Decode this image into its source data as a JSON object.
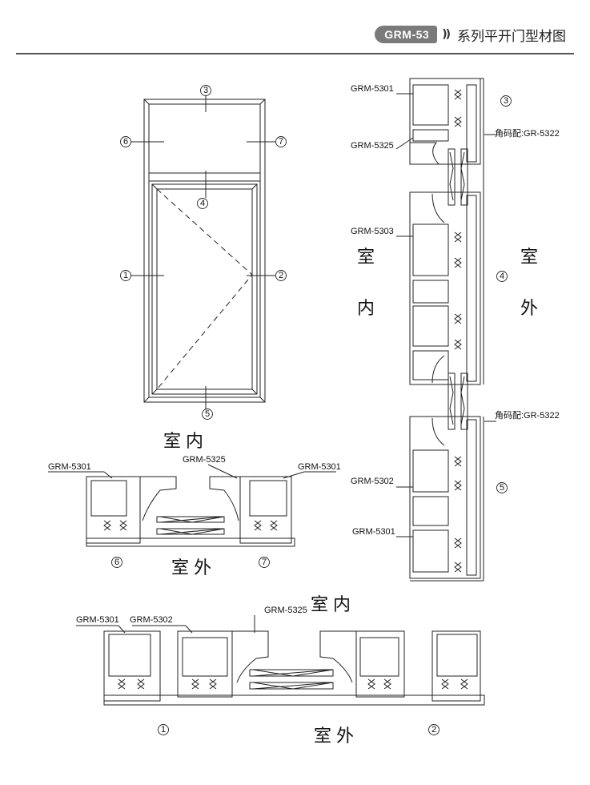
{
  "header": {
    "badge": "GRM-53",
    "chevrons": "))",
    "title": "系列平开门型材图"
  },
  "room": {
    "inside": "室内",
    "outside": "室外",
    "inside_1": "室",
    "inside_2": "内",
    "outside_1": "室",
    "outside_2": "外"
  },
  "markers": [
    "①",
    "②",
    "③",
    "④",
    "⑤",
    "⑥",
    "⑦"
  ],
  "labels": {
    "p5301": "GRM-5301",
    "p5302": "GRM-5302",
    "p5303": "GRM-5303",
    "p5325": "GRM-5325",
    "corner": "角码配:GR-5322"
  }
}
